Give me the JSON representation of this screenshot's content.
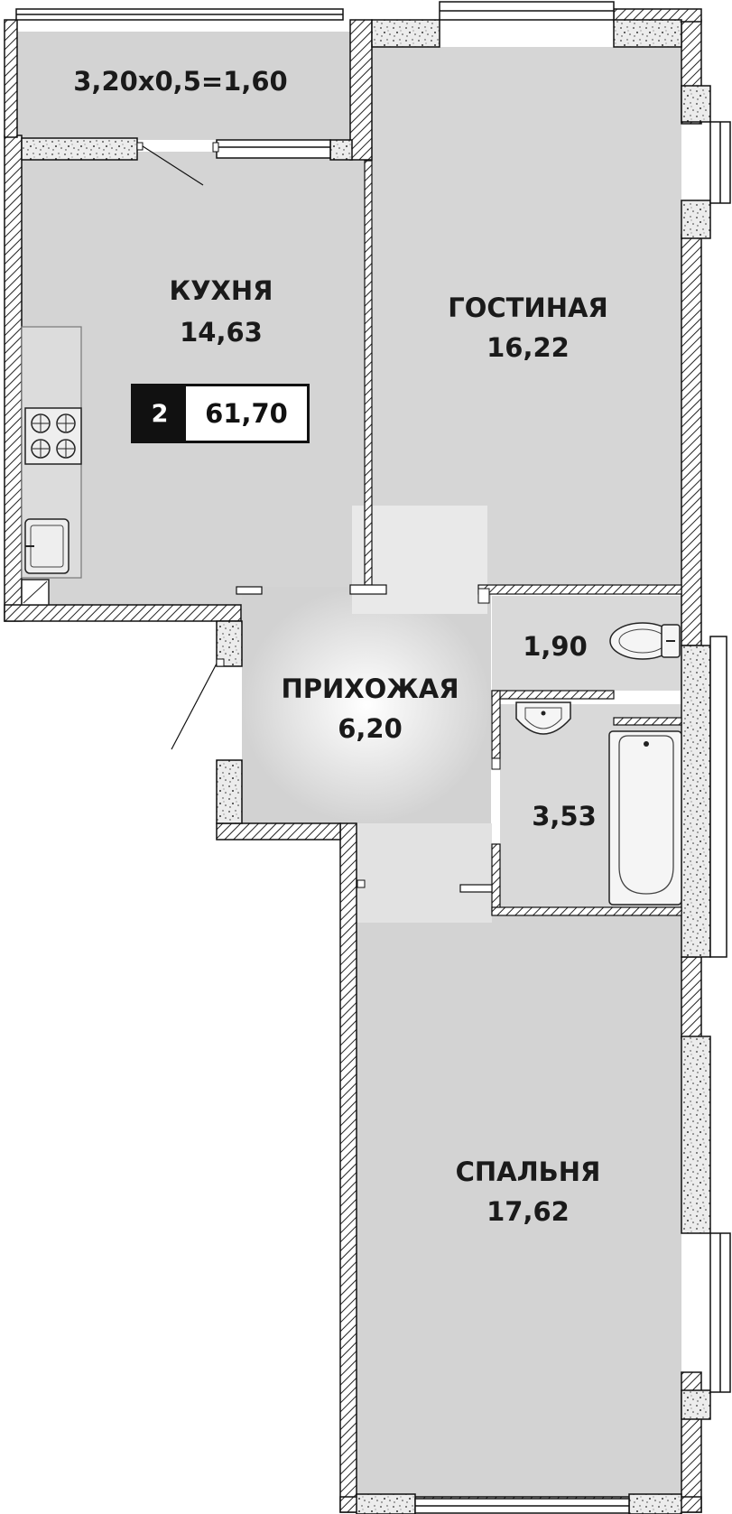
{
  "rooms": {
    "balcony": {
      "area": "3,20x0,5=1,60"
    },
    "kitchen": {
      "name": "КУХНЯ",
      "area": "14,63"
    },
    "living": {
      "name": "ГОСТИНАЯ",
      "area": "16,22"
    },
    "hall": {
      "name": "ПРИХОЖАЯ",
      "area": "6,20"
    },
    "wc": {
      "area": "1,90"
    },
    "bath": {
      "area": "3,53"
    },
    "bedroom": {
      "name": "СПАЛЬНЯ",
      "area": "17,62"
    }
  },
  "badge": {
    "rooms_count": "2",
    "total_area": "61,70"
  },
  "colors": {
    "wall": "#111111",
    "floor": "#d4d4d4",
    "floor_light": "#f2f2f2",
    "concrete": "#e8e8e8"
  }
}
